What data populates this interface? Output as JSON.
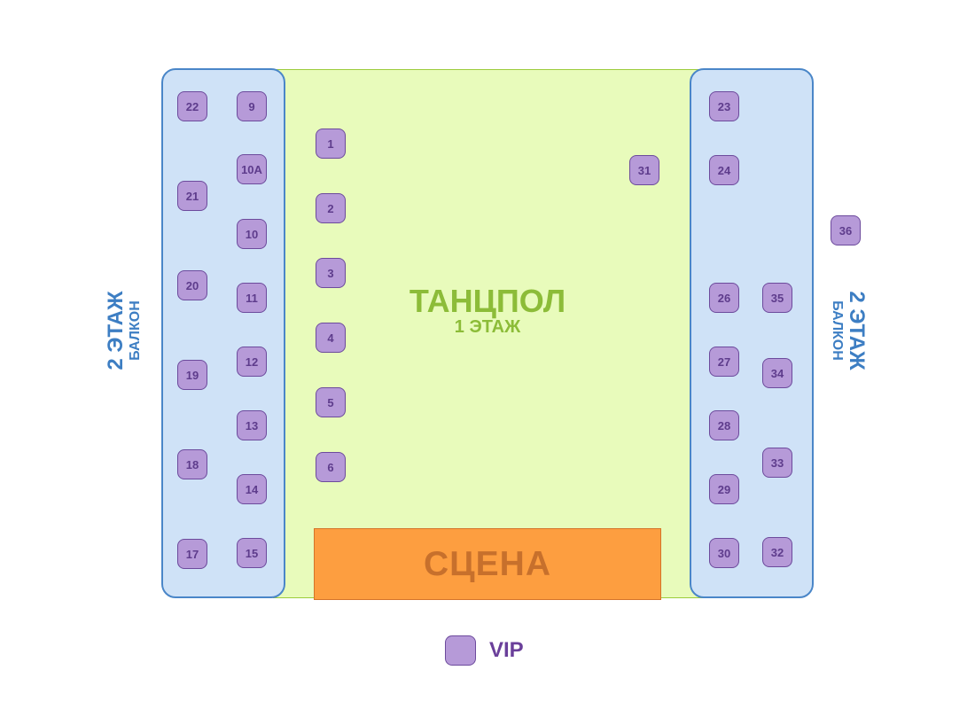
{
  "floor": {
    "title": "ТАНЦПОЛ",
    "subtitle": "1 ЭТАЖ"
  },
  "stage": {
    "label": "СЦЕНА"
  },
  "balcony": {
    "floor_label": "2 ЭТАЖ",
    "sub_label": "БАЛКОН"
  },
  "legend": {
    "label": "VIP"
  },
  "tables": [
    "22",
    "9",
    "10А",
    "21",
    "10",
    "20",
    "11",
    "19",
    "12",
    "13",
    "18",
    "14",
    "17",
    "15",
    "1",
    "2",
    "3",
    "4",
    "5",
    "6",
    "31",
    "23",
    "24",
    "36",
    "26",
    "35",
    "27",
    "34",
    "28",
    "33",
    "29",
    "30",
    "32"
  ],
  "colors": {
    "dancefloor": "#e8fbbb",
    "balcony": "#cfe2f7",
    "stage": "#fd9e40",
    "vip_table": "#b69ad8"
  }
}
